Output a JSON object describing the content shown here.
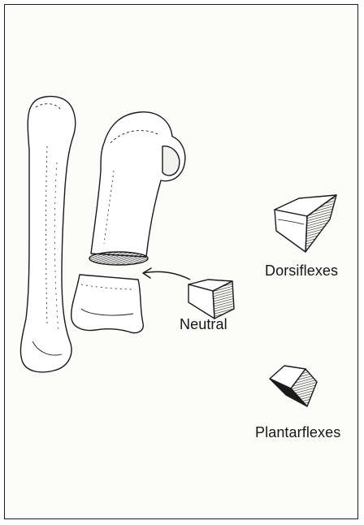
{
  "labels": {
    "dorsiflexes": "Dorsiflexes",
    "neutral": "Neutral",
    "plantarflexes": "Plantarflexes"
  },
  "icons": [
    "bone-shaft-left",
    "metatarsal-fragment-upper",
    "bone-fragment-lower",
    "wedge-dorsiflexes",
    "wedge-neutral",
    "wedge-plantarflexes",
    "insertion-arrow"
  ],
  "colors": {
    "line": "#1a1a1a",
    "paper": "#fbfbf9"
  }
}
